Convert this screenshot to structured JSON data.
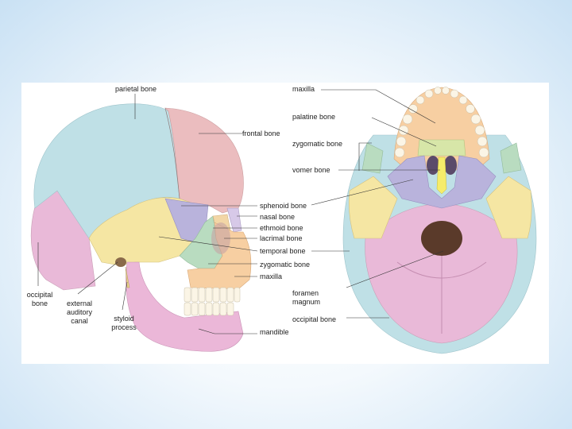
{
  "labels": {
    "parietal_bone": "parietal bone",
    "maxilla_top": "maxilla",
    "palatine_bone": "palatine bone",
    "frontal_bone": "frontal bone",
    "zygomatic_bone_top": "zygomatic bone",
    "vomer_bone": "vomer bone",
    "sphenoid_bone": "sphenoid bone",
    "nasal_bone": "nasal bone",
    "ethmoid_bone": "ethmoid bone",
    "lacrimal_bone": "lacrimal bone",
    "temporal_bone": "temporal bone",
    "zygomatic_bone_mid": "zygomatic bone",
    "maxilla_mid": "maxilla",
    "occipital_bone_left": [
      "occipital",
      "bone"
    ],
    "external_auditory_canal": [
      "external",
      "auditory",
      "canal"
    ],
    "styloid_process": [
      "styloid",
      "process"
    ],
    "foramen_magnum": [
      "foramen",
      "magnum"
    ],
    "occipital_bone_right": "occipital bone",
    "mandible": "mandible"
  },
  "colors": {
    "parietal": "#bfe0e6",
    "frontal": "#ebbdbf",
    "temporal": "#f5e6a3",
    "occipital": "#e9b9d8",
    "sphenoid": "#b9b3dc",
    "zygomatic": "#b9dcc0",
    "maxilla": "#f7cfa2",
    "mandible": "#ebb7d8",
    "palatine": "#d7e6a8",
    "vomer": "#f5ec6a",
    "teeth": "#fbf5e6",
    "leader": "#333333"
  }
}
